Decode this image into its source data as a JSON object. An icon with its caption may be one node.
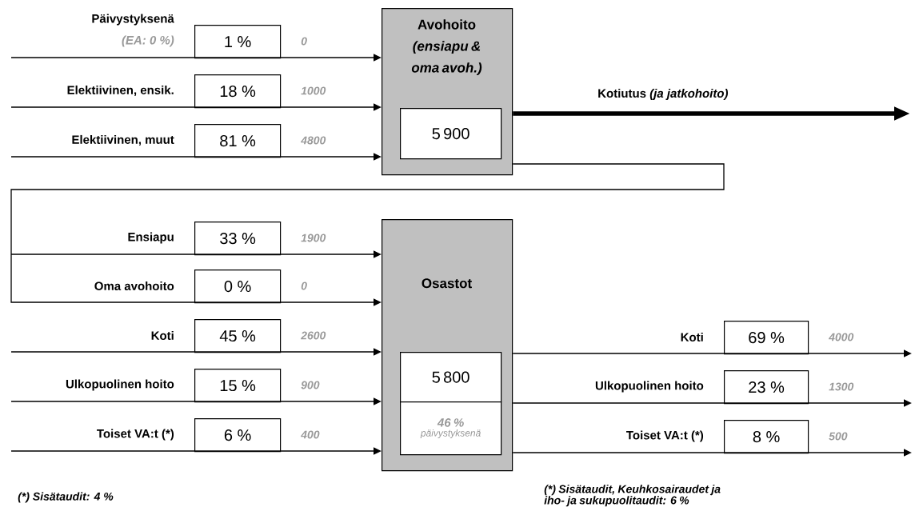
{
  "diagram": {
    "nodes": [
      {
        "text": [
          "1 %"
        ],
        "beside": [
          "Päivystyksenä",
          "(EA: 0 %)",
          "0"
        ]
      },
      {
        "text": [
          "18 %"
        ],
        "beside": [
          "Elektiivinen, ensik.",
          "1000"
        ]
      },
      {
        "text": [
          "81 %"
        ],
        "beside": [
          "Elektiivinen, muut",
          "4800"
        ]
      },
      {
        "text": [
          "Avohoito",
          "(ensiapu & oma avoh.)"
        ]
      },
      {
        "text": [
          "5 900"
        ],
        "in": 3
      },
      {
        "text": [
          "33 %"
        ],
        "beside": [
          "Ensiapu",
          "1900"
        ]
      },
      {
        "text": [
          "0 %"
        ],
        "beside": [
          "Oma avohoito",
          "0"
        ]
      },
      {
        "text": [
          "45 %"
        ],
        "beside": [
          "Koti",
          "2600"
        ]
      },
      {
        "text": [
          "15 %"
        ],
        "beside": [
          "Ulkopuolinen hoito",
          "900"
        ]
      },
      {
        "text": [
          "6 %"
        ],
        "beside": [
          "Toiset VA:t (*)",
          "400"
        ]
      },
      {
        "text": [
          "Osastot"
        ]
      },
      {
        "text": [
          "5 800"
        ],
        "in": 10
      },
      {
        "text": [
          "46 %",
          "päivystyksenä"
        ],
        "in": 10
      },
      {
        "text": [
          "69 %"
        ],
        "beside": [
          "Koti",
          "4000"
        ]
      },
      {
        "text": [
          "23 %"
        ],
        "beside": [
          "Ulkopuolinen hoito",
          "1300"
        ]
      },
      {
        "text": [
          "8 %"
        ],
        "beside": [
          "Toiset VA:t (*)",
          "500"
        ]
      }
    ],
    "edges": [
      {
        "from": null,
        "to": 3,
        "arrow": "to"
      },
      {
        "from": null,
        "to": 3,
        "arrow": "to"
      },
      {
        "from": null,
        "to": 3,
        "arrow": "to"
      },
      {
        "from": 3,
        "to": null,
        "arrow": "to",
        "style": "thick",
        "label": "Kotiutus *(ja jatkohoito)*"
      },
      {
        "from": 3,
        "to": 10,
        "arrow": "to"
      },
      {
        "from": 3,
        "to": 10,
        "arrow": "to"
      },
      {
        "from": null,
        "to": 10,
        "arrow": "to"
      },
      {
        "from": null,
        "to": 10,
        "arrow": "to"
      },
      {
        "from": null,
        "to": 10,
        "arrow": "to"
      },
      {
        "from": 10,
        "to": null,
        "arrow": "to"
      },
      {
        "from": 10,
        "to": null,
        "arrow": "to"
      },
      {
        "from": 10,
        "to": null,
        "arrow": "to"
      }
    ],
    "labels": [
      "(*) Sisätaudit: 4 %",
      "(*) Sisätaudit, Keuhkosairaudet ja iho- ja sukupuolitaudit: 6 %"
    ]
  }
}
